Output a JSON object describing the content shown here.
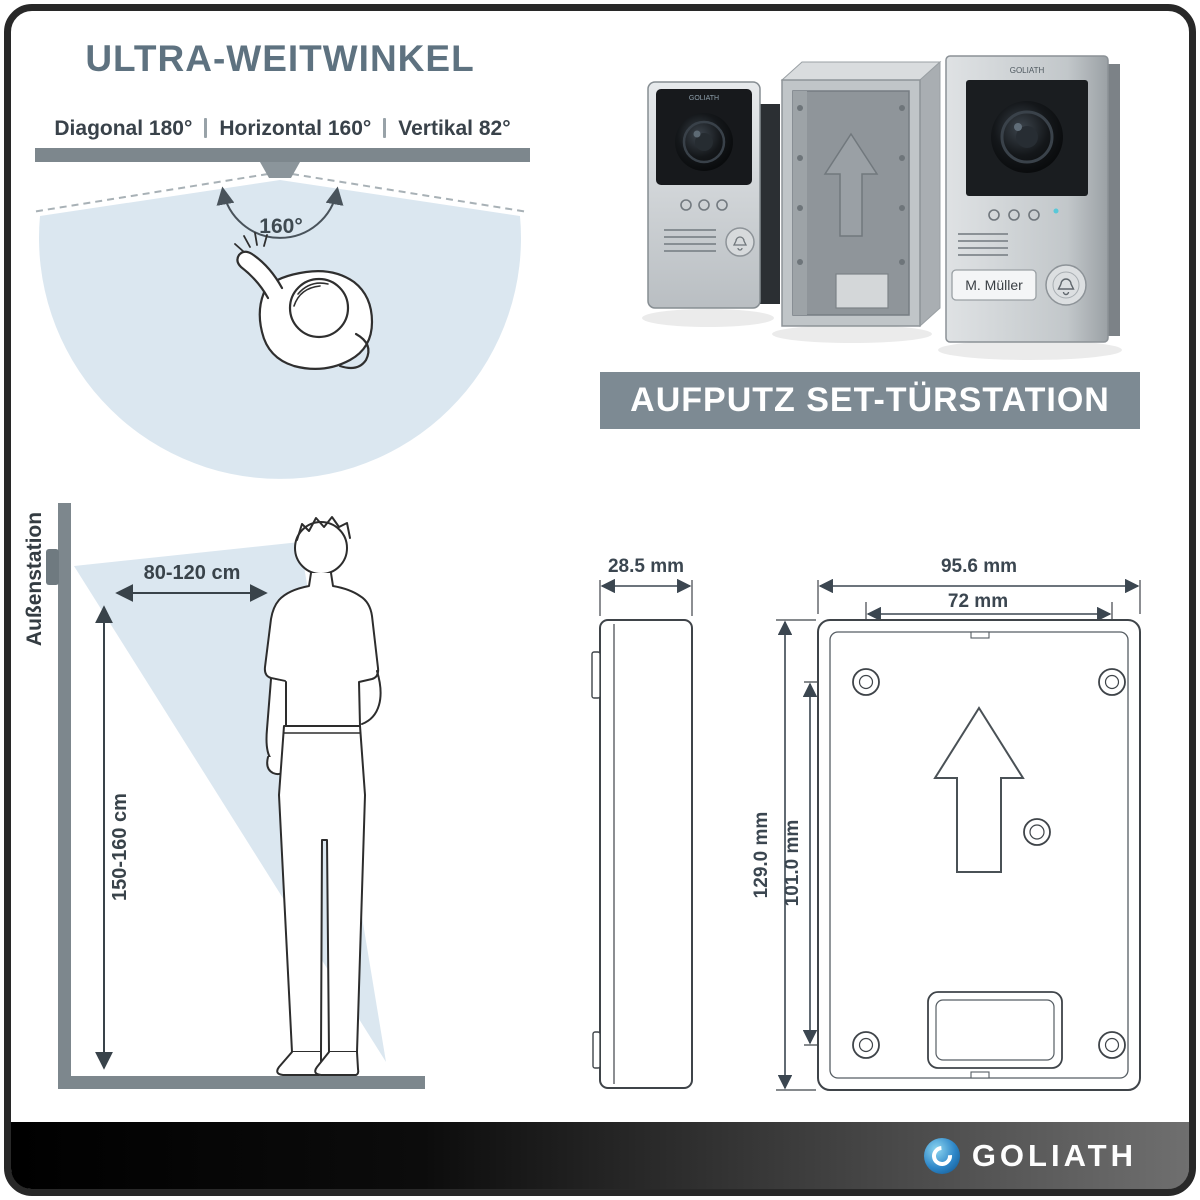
{
  "wide_angle": {
    "title": "ULTRA-WEITWINKEL",
    "specs": [
      "Diagonal 180°",
      "Horizontal 160°",
      "Vertikal 82°"
    ],
    "angle_label": "160°"
  },
  "products": {
    "banner": "AUFPUTZ SET-TÜRSTATION",
    "nameplate": "M. Müller",
    "device_brand": "GOLIATH"
  },
  "installation": {
    "station_label": "Außenstation",
    "distance_label": "80-120 cm",
    "height_label": "150-160 cm"
  },
  "tech_drawing": {
    "depth": "28.5 mm",
    "outer_width": "95.6 mm",
    "hole_width": "72 mm",
    "outer_height": "129.0 mm",
    "hole_height": "101.0 mm"
  },
  "footer": {
    "brand": "GOLIATH"
  },
  "colors": {
    "title_gray_blue": "#5e7280",
    "structure_gray": "#7d878d",
    "fov_blue": "#dbe7f0",
    "banner_gray": "#7d8a93",
    "dimension_dark": "#3b4650",
    "brand_blue": "#2d86c8"
  }
}
